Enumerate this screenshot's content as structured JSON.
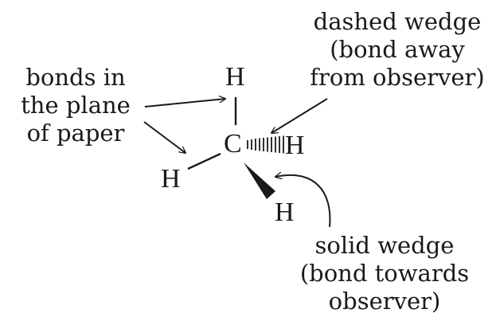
{
  "atoms": {
    "carbon": "C",
    "h_top": "H",
    "h_right": "H",
    "h_left": "H",
    "h_bottom": "H"
  },
  "labels": {
    "bonds_plane": [
      "bonds in",
      "the plane",
      "of  paper"
    ],
    "dashed_wedge": [
      "dashed wedge",
      "(bond away",
      "from observer)"
    ],
    "solid_wedge": [
      "solid wedge",
      "(bond towards",
      "observer)"
    ]
  }
}
